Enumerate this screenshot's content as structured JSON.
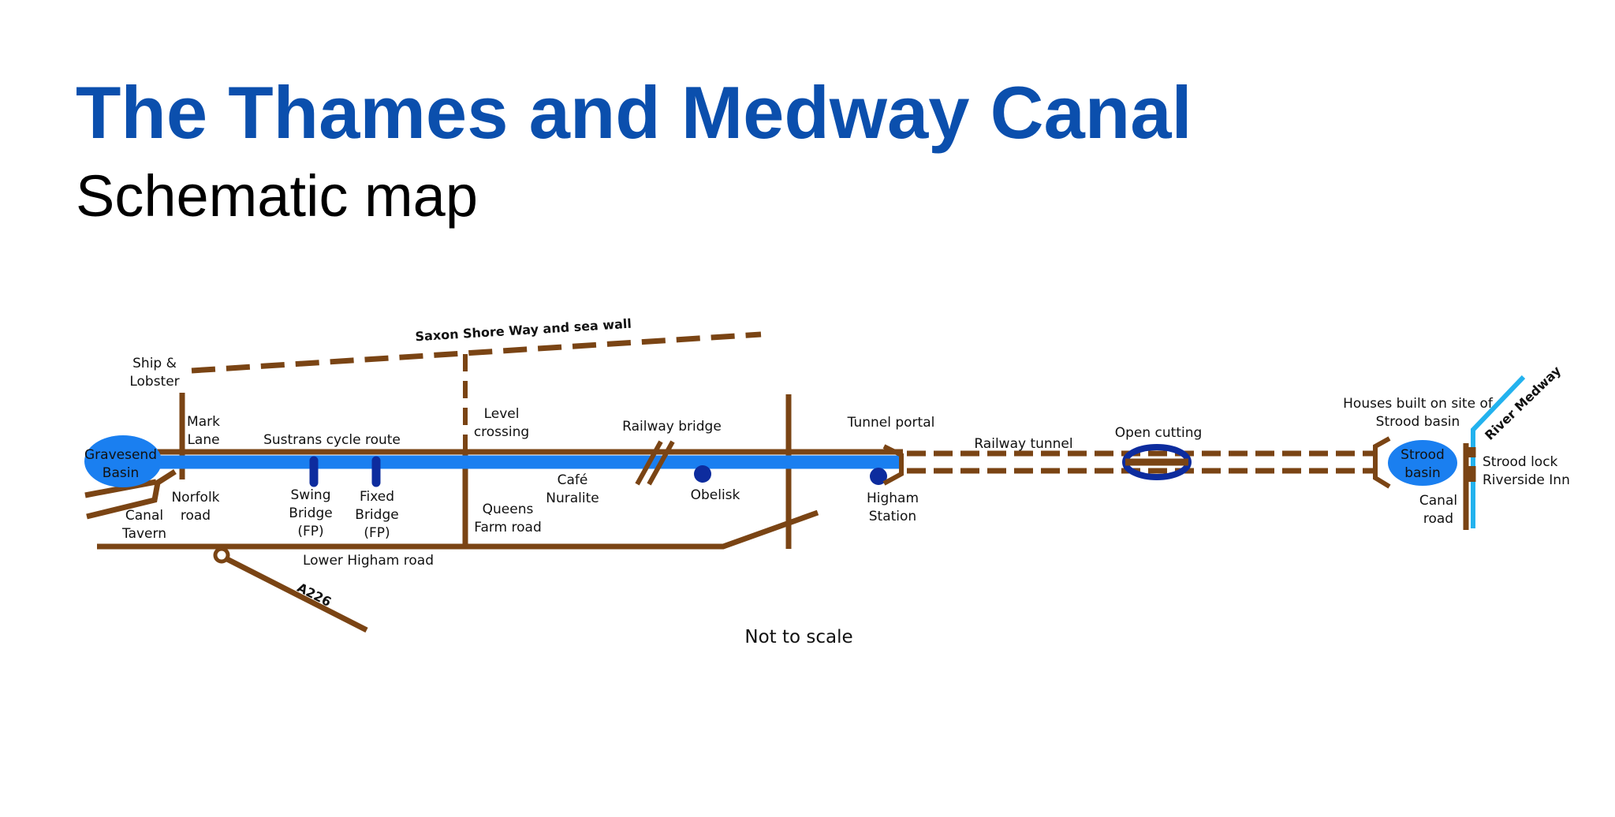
{
  "title": "The Thames and Medway Canal",
  "subtitle": "Schematic map",
  "colors": {
    "title": "#0b4fad",
    "canal": "#1a7ff0",
    "road": "#7a4414",
    "marker": "#0d2c9e",
    "river": "#23b2ee"
  },
  "labels": {
    "saxon_shore": "Saxon Shore Way and sea wall",
    "ship_lobster": [
      "Ship &",
      "Lobster"
    ],
    "mark_lane": [
      "Mark",
      "Lane"
    ],
    "gravesend_basin": [
      "Gravesend",
      "Basin"
    ],
    "sustrans": "Sustrans cycle route",
    "level_crossing": [
      "Level",
      "crossing"
    ],
    "railway_bridge": "Railway bridge",
    "tunnel_portal": "Tunnel portal",
    "railway_tunnel": "Railway tunnel",
    "open_cutting": "Open cutting",
    "houses_strood": [
      "Houses built on site of",
      "Strood basin"
    ],
    "river_medway": "River Medway",
    "strood_basin": [
      "Strood",
      "basin"
    ],
    "strood_lock": "Strood lock",
    "riverside_inn": "Riverside Inn",
    "canal_road": [
      "Canal",
      "road"
    ],
    "canal_tavern": [
      "Canal",
      "Tavern"
    ],
    "norfolk_road": [
      "Norfolk",
      "road"
    ],
    "swing_bridge": [
      "Swing",
      "Bridge",
      "(FP)"
    ],
    "fixed_bridge": [
      "Fixed",
      "Bridge",
      "(FP)"
    ],
    "queens_farm": [
      "Queens",
      "Farm road"
    ],
    "cafe_nuralite": [
      "Café",
      "Nuralite"
    ],
    "obelisk": "Obelisk",
    "higham_station": [
      "Higham",
      "Station"
    ],
    "lower_higham": "Lower Higham road",
    "a226": "A226",
    "not_to_scale": "Not to scale"
  }
}
